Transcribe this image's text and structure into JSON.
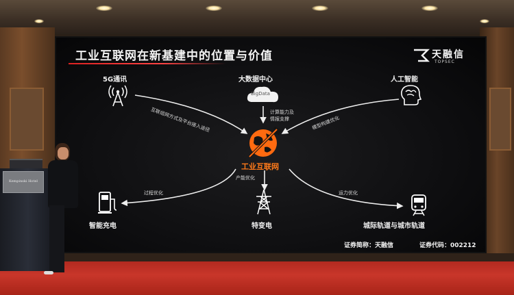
{
  "slide": {
    "title": "工业互联网在新基建中的位置与价值",
    "logo": {
      "name": "天融信",
      "sub": "TOPSEC"
    },
    "center": {
      "label": "工业互联网",
      "icon": "globe-wrench-icon"
    },
    "nodes": {
      "g5": {
        "label": "5G通讯",
        "icon": "signal-tower-icon"
      },
      "bigdata": {
        "label": "大数据中心",
        "icon": "cloud-bigdata-icon",
        "cloud_text": "BigData"
      },
      "ai": {
        "label": "人工智能",
        "icon": "brain-head-icon"
      },
      "charging": {
        "label": "智能充电",
        "icon": "charging-station-icon"
      },
      "uhv": {
        "label": "特变电",
        "icon": "power-pylon-icon"
      },
      "rail": {
        "label": "城际轨道与城市轨道",
        "icon": "train-icon"
      }
    },
    "edges": {
      "g5_edge": "互联组网方式及平台接入途径",
      "bigdata_edge_1": "计算能力及",
      "bigdata_edge_2": "情报支撑",
      "ai_edge": "模型构建优化",
      "charging_edge": "过程优化",
      "uhv_edge": "产能优化",
      "rail_edge": "运力优化"
    },
    "footer": {
      "short_name": "证券简称：天融信",
      "code": "证券代码：002212"
    }
  },
  "podium": {
    "text": "Kempinski Hotel"
  }
}
